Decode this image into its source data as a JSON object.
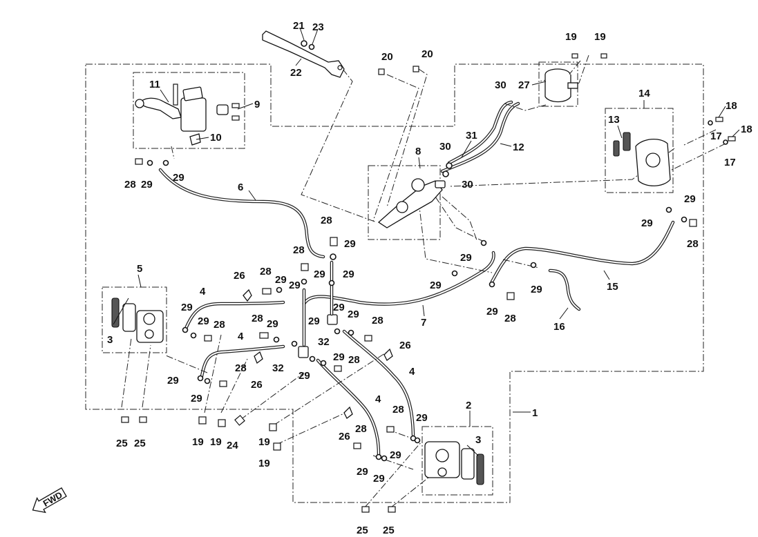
{
  "callouts": {
    "c1": "1",
    "c2": "2",
    "c3a": "3",
    "c3b": "3",
    "c4a": "4",
    "c4b": "4",
    "c4c": "4",
    "c4d": "4",
    "c5": "5",
    "c6": "6",
    "c7": "7",
    "c8": "8",
    "c9": "9",
    "c10": "10",
    "c11": "11",
    "c12": "12",
    "c13": "13",
    "c14": "14",
    "c15": "15",
    "c16": "16",
    "c17a": "17",
    "c17b": "17",
    "c18a": "18",
    "c18b": "18",
    "c19a": "19",
    "c19b": "19",
    "c19c": "19",
    "c19d": "19",
    "c19e": "19",
    "c19f": "19",
    "c20a": "20",
    "c20b": "20",
    "c21": "21",
    "c22": "22",
    "c23": "23",
    "c24": "24",
    "c25a": "25",
    "c25b": "25",
    "c25c": "25",
    "c25d": "25",
    "c26a": "26",
    "c26b": "26",
    "c26c": "26",
    "c26d": "26",
    "c27": "27",
    "c28a": "28",
    "c28b": "28",
    "c28c": "28",
    "c28d": "28",
    "c28e": "28",
    "c28f": "28",
    "c28g": "28",
    "c28h": "28",
    "c28i": "28",
    "c28j": "28",
    "c28k": "28",
    "c28l": "28",
    "c29a": "29",
    "c29b": "29",
    "c29c": "29",
    "c29d": "29",
    "c29e": "29",
    "c29f": "29",
    "c29g": "29",
    "c29h": "29",
    "c29i": "29",
    "c29j": "29",
    "c29k": "29",
    "c29l": "29",
    "c29m": "29",
    "c29n": "29",
    "c29o": "29",
    "c29p": "29",
    "c29q": "29",
    "c29r": "29",
    "c29s": "29",
    "c29t": "29",
    "c29u": "29",
    "c29v": "29",
    "c29w": "29",
    "c29x": "29",
    "c29y": "29",
    "c30a": "30",
    "c30b": "30",
    "c30c": "30",
    "c31": "31",
    "c32a": "32",
    "c32b": "32"
  },
  "fwd_label": "FWD",
  "icons": {
    "fwd": "fwd-arrow-icon"
  },
  "colors": {
    "line": "#111111",
    "background": "#ffffff"
  }
}
